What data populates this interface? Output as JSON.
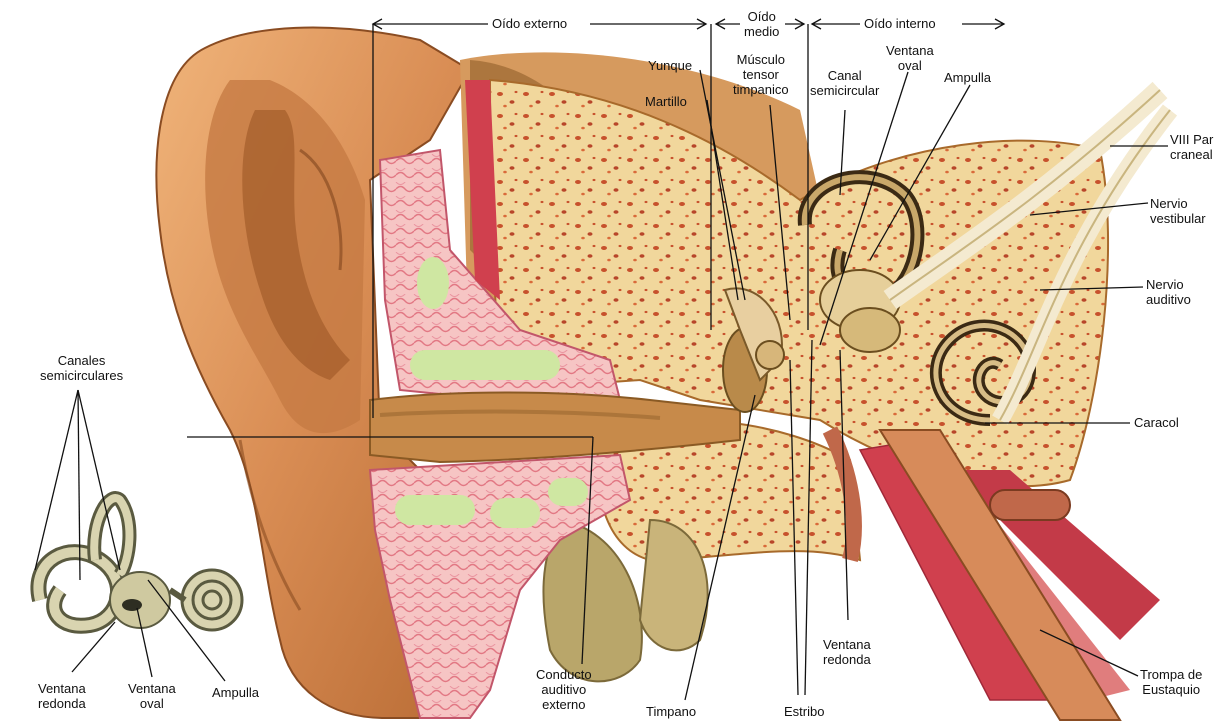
{
  "sections": {
    "outer": "Oído externo",
    "middle": [
      "Oído",
      "medio"
    ],
    "inner": "Oído interno"
  },
  "labels": {
    "yunque": "Yunque",
    "martillo": "Martillo",
    "musculo": [
      "Músculo",
      "tensor",
      "timpanico"
    ],
    "canal": [
      "Canal",
      "semicircular"
    ],
    "ventana_oval_top": [
      "Ventana",
      "oval"
    ],
    "ampulla_top": "Ampulla",
    "viii_par": [
      "VIII Par",
      "craneal"
    ],
    "nervio_vestibular": [
      "Nervio",
      "vestibular"
    ],
    "nervio_auditivo": [
      "Nervio",
      "auditivo"
    ],
    "caracol": "Caracol",
    "canales": [
      "Canales",
      "semicirculares"
    ],
    "ventana_redonda_small": [
      "Ventana",
      "redonda"
    ],
    "ventana_oval_small": [
      "Ventana",
      "oval"
    ],
    "ampulla_small": "Ampulla",
    "conducto": [
      "Conducto",
      "auditivo",
      "externo"
    ],
    "timpano": "Timpano",
    "estribo": "Estribo",
    "ventana_redonda_main": [
      "Ventana",
      "redonda"
    ],
    "trompa": [
      "Trompa de",
      "Eustaquio"
    ]
  },
  "colors": {
    "skin": "#d9925a",
    "skin_dark": "#a55f2c",
    "skin_light": "#f0bf8a",
    "cartilage": "#f2b3b5",
    "cartilage_pink": "#e27884",
    "bone": "#f1d79c",
    "bone_speck": "#c7512c",
    "green": "#cfe7a2",
    "muscle": "#d0404e",
    "nerve": "#f4ead0",
    "inner_bone": "#9a7a3c",
    "line": "#111111"
  }
}
